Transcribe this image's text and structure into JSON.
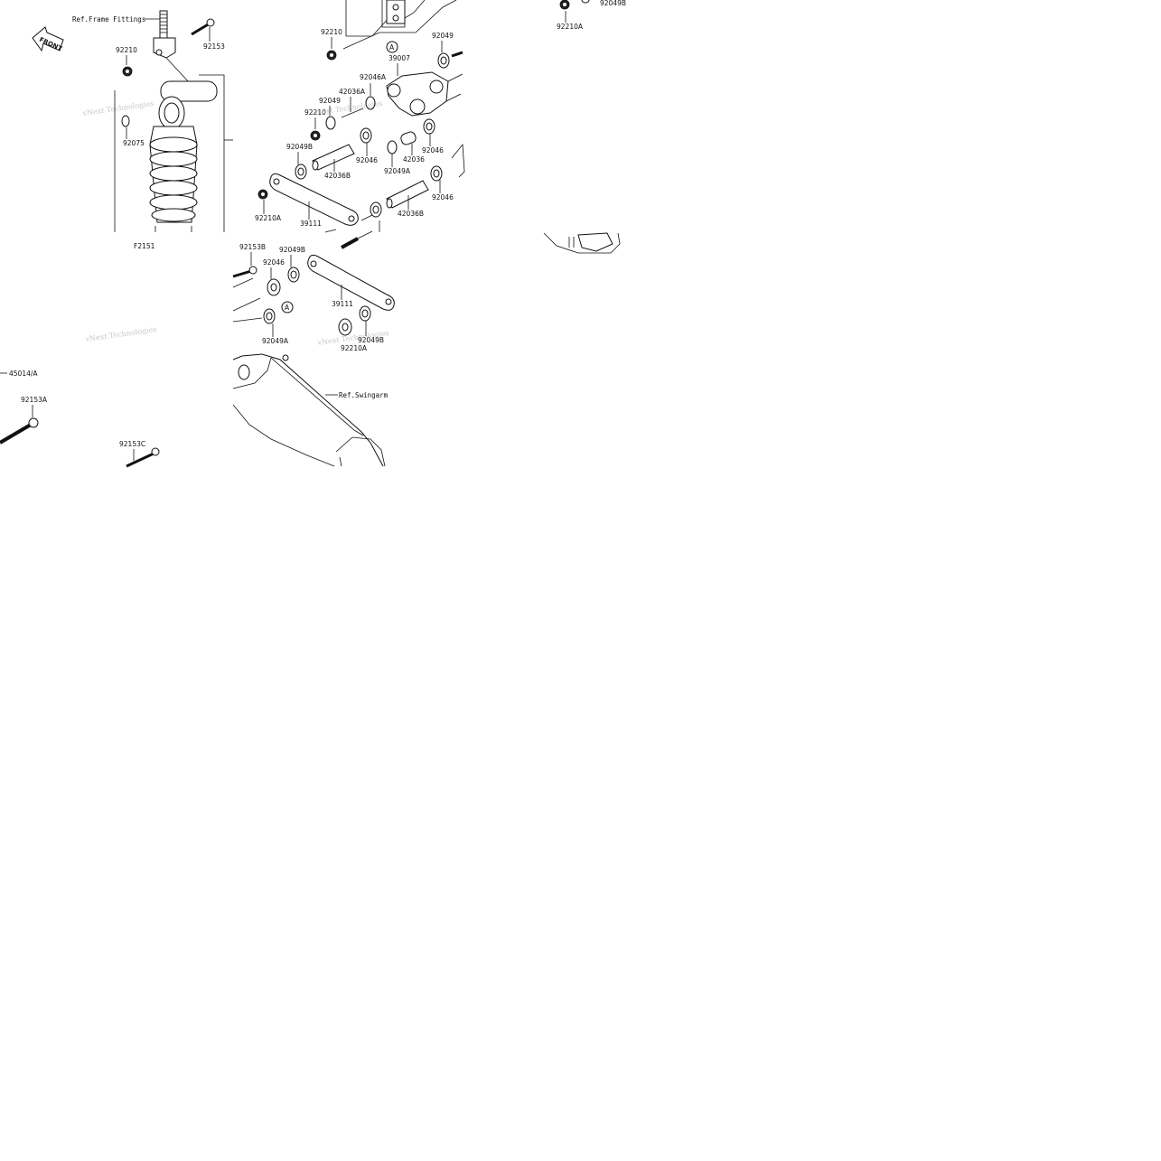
{
  "labels": {
    "ref_frame_fittings": "Ref.Frame Fittings",
    "front": "FRONT",
    "p92210_top": "92210",
    "p92153_top": "92153",
    "p92075": "92075",
    "f2151": "F2151",
    "p92210_mid": "92210",
    "p92049_a": "92049",
    "p39007": "39007",
    "p92046a": "92046A",
    "p42036a": "42036A",
    "p92049_b": "92049",
    "p92210_small": "92210",
    "p92049b_1": "92049B",
    "p92046_1": "92046",
    "p42036": "42036",
    "p92046_2": "92046",
    "p42036b_1": "42036B",
    "p92049a_1": "92049A",
    "p92046_3": "92046",
    "p42036b_2": "42036B",
    "p92210a_1": "92210A",
    "p39111_1": "39111",
    "p92153b": "92153B",
    "p92049b_2": "92049B",
    "p92046_4": "92046",
    "p39111_2": "39111",
    "p92049a_2": "92049A",
    "p92049b_3": "92049B",
    "p92210a_2": "92210A",
    "p92049b_right": "92049B",
    "ref_swingarm": "Ref.Swingarm",
    "p45014a": "45014/A",
    "p92153a": "92153A",
    "p92153c": "92153C",
    "circle_a": "A",
    "circle_a2": "A"
  },
  "watermarks": {
    "wm1": "vNext Technologies",
    "wm2": "vNext Technologies",
    "wm3": "vNext Technologies",
    "wm4": "vNext Technologies"
  }
}
